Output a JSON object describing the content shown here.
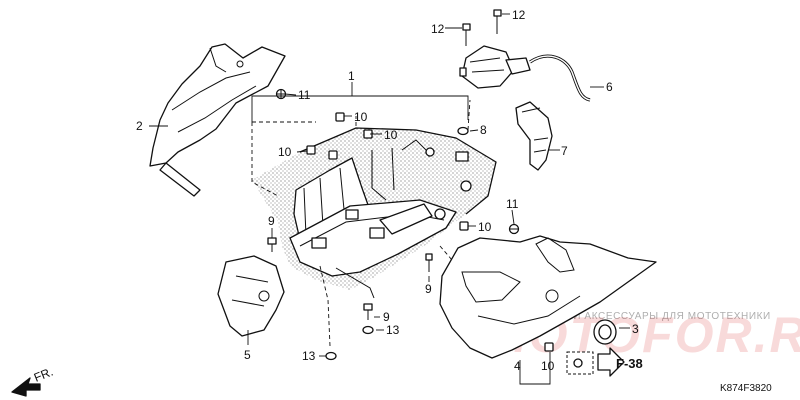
{
  "callouts": {
    "c1": "1",
    "c2": "2",
    "c3": "3",
    "c4": "4",
    "c5": "5",
    "c6": "6",
    "c7": "7",
    "c8": "8",
    "c9a": "9",
    "c9b": "9",
    "c9c": "9",
    "c10a": "10",
    "c10b": "10",
    "c10c": "10",
    "c10d": "10",
    "c10e": "10",
    "c11a": "11",
    "c11b": "11",
    "c12a": "12",
    "c12b": "12",
    "c13a": "13",
    "c13b": "13"
  },
  "reference": {
    "label": "F-38"
  },
  "front_marker": {
    "label": "FR."
  },
  "diagram_code": "K874F3820",
  "watermark": {
    "line1": "ЗАПЧАСТИ И АКСЕССУАРЫ ДЛЯ МОТОТЕХНИКИ",
    "line2": "MOTOFOR.RU"
  },
  "colors": {
    "ink": "#111111",
    "watermark_red": "#d81e1e",
    "watermark_grey": "#9a9a9a"
  }
}
